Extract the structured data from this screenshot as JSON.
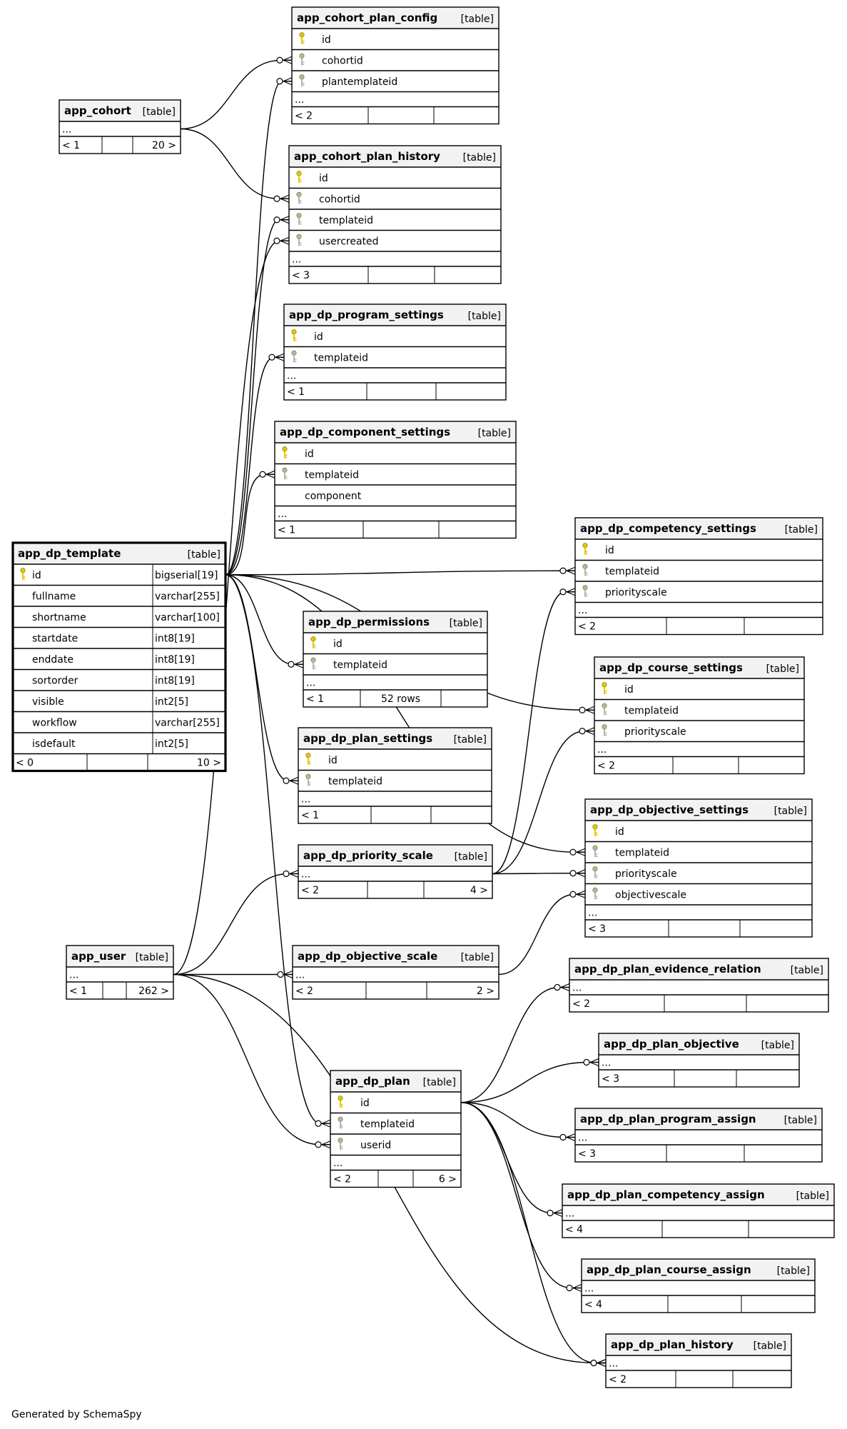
{
  "tag_label": "[table]",
  "footer": "Generated by SchemaSpy",
  "icons": {
    "primary_key": "key-icon-gold",
    "foreign_key": "key-icon-gray"
  },
  "colors": {
    "primary_key": "#e5c800",
    "foreign_key": "#b4b4b4",
    "header_bg": "#f2f2f2"
  },
  "tables": [
    {
      "id": "cohort_plan_config",
      "name": "app_cohort_plan_config",
      "rows": [
        {
          "k": "pk",
          "n": "id"
        },
        {
          "k": "fk",
          "n": "cohortid"
        },
        {
          "k": "fk",
          "n": "plantemplateid"
        },
        {
          "n": "..."
        }
      ],
      "footer": [
        "< 2",
        "",
        ""
      ]
    },
    {
      "id": "cohort",
      "name": "app_cohort",
      "rows": [
        {
          "n": "..."
        }
      ],
      "footer": [
        "< 1",
        "",
        "20 >"
      ]
    },
    {
      "id": "cohort_plan_history",
      "name": "app_cohort_plan_history",
      "rows": [
        {
          "k": "pk",
          "n": "id"
        },
        {
          "k": "fk",
          "n": "cohortid"
        },
        {
          "k": "fk",
          "n": "templateid"
        },
        {
          "k": "fk",
          "n": "usercreated"
        },
        {
          "n": "..."
        }
      ],
      "footer": [
        "< 3",
        "",
        ""
      ]
    },
    {
      "id": "program_settings",
      "name": "app_dp_program_settings",
      "rows": [
        {
          "k": "pk",
          "n": "id"
        },
        {
          "k": "fk",
          "n": "templateid"
        },
        {
          "n": "..."
        }
      ],
      "footer": [
        "< 1",
        "",
        ""
      ]
    },
    {
      "id": "component_settings",
      "name": "app_dp_component_settings",
      "rows": [
        {
          "k": "pk",
          "n": "id"
        },
        {
          "k": "fk",
          "n": "templateid"
        },
        {
          "n": "component"
        },
        {
          "n": "..."
        }
      ],
      "footer": [
        "< 1",
        "",
        ""
      ]
    },
    {
      "id": "competency_settings",
      "name": "app_dp_competency_settings",
      "rows": [
        {
          "k": "pk",
          "n": "id"
        },
        {
          "k": "fk",
          "n": "templateid"
        },
        {
          "k": "fk",
          "n": "priorityscale"
        },
        {
          "n": "..."
        }
      ],
      "footer": [
        "< 2",
        "",
        ""
      ]
    },
    {
      "id": "template",
      "name": "app_dp_template",
      "focus": true,
      "rows": [
        {
          "k": "pk",
          "n": "id",
          "t": "bigserial[19]"
        },
        {
          "n": "fullname",
          "t": "varchar[255]"
        },
        {
          "n": "shortname",
          "t": "varchar[100]"
        },
        {
          "n": "startdate",
          "t": "int8[19]"
        },
        {
          "n": "enddate",
          "t": "int8[19]"
        },
        {
          "n": "sortorder",
          "t": "int8[19]"
        },
        {
          "n": "visible",
          "t": "int2[5]"
        },
        {
          "n": "workflow",
          "t": "varchar[255]"
        },
        {
          "n": "isdefault",
          "t": "int2[5]"
        }
      ],
      "footer": [
        "< 0",
        "",
        "10 >"
      ]
    },
    {
      "id": "permissions",
      "name": "app_dp_permissions",
      "rows": [
        {
          "k": "pk",
          "n": "id"
        },
        {
          "k": "fk",
          "n": "templateid"
        },
        {
          "n": "..."
        }
      ],
      "footer": [
        "< 1",
        "52 rows",
        ""
      ]
    },
    {
      "id": "course_settings",
      "name": "app_dp_course_settings",
      "rows": [
        {
          "k": "pk",
          "n": "id"
        },
        {
          "k": "fk",
          "n": "templateid"
        },
        {
          "k": "fk",
          "n": "priorityscale"
        },
        {
          "n": "..."
        }
      ],
      "footer": [
        "< 2",
        "",
        ""
      ]
    },
    {
      "id": "plan_settings",
      "name": "app_dp_plan_settings",
      "rows": [
        {
          "k": "pk",
          "n": "id"
        },
        {
          "k": "fk",
          "n": "templateid"
        },
        {
          "n": "..."
        }
      ],
      "footer": [
        "< 1",
        "",
        ""
      ]
    },
    {
      "id": "objective_settings",
      "name": "app_dp_objective_settings",
      "rows": [
        {
          "k": "pk",
          "n": "id"
        },
        {
          "k": "fk",
          "n": "templateid"
        },
        {
          "k": "fk",
          "n": "priorityscale"
        },
        {
          "k": "fk",
          "n": "objectivescale"
        },
        {
          "n": "..."
        }
      ],
      "footer": [
        "< 3",
        "",
        ""
      ]
    },
    {
      "id": "priority_scale",
      "name": "app_dp_priority_scale",
      "rows": [
        {
          "n": "..."
        }
      ],
      "footer": [
        "< 2",
        "",
        "4 >"
      ]
    },
    {
      "id": "user",
      "name": "app_user",
      "rows": [
        {
          "n": "..."
        }
      ],
      "footer": [
        "< 1",
        "",
        "262 >"
      ]
    },
    {
      "id": "objective_scale",
      "name": "app_dp_objective_scale",
      "rows": [
        {
          "n": "..."
        }
      ],
      "footer": [
        "< 2",
        "",
        "2 >"
      ]
    },
    {
      "id": "plan_evidence_relation",
      "name": "app_dp_plan_evidence_relation",
      "rows": [
        {
          "n": "..."
        }
      ],
      "footer": [
        "< 2",
        "",
        ""
      ]
    },
    {
      "id": "plan_objective",
      "name": "app_dp_plan_objective",
      "rows": [
        {
          "n": "..."
        }
      ],
      "footer": [
        "< 3",
        "",
        ""
      ]
    },
    {
      "id": "plan",
      "name": "app_dp_plan",
      "rows": [
        {
          "k": "pk",
          "n": "id"
        },
        {
          "k": "fk",
          "n": "templateid"
        },
        {
          "k": "fk",
          "n": "userid"
        },
        {
          "n": "..."
        }
      ],
      "footer": [
        "< 2",
        "",
        "6 >"
      ]
    },
    {
      "id": "plan_program_assign",
      "name": "app_dp_plan_program_assign",
      "rows": [
        {
          "n": "..."
        }
      ],
      "footer": [
        "< 3",
        "",
        ""
      ]
    },
    {
      "id": "plan_competency_assign",
      "name": "app_dp_plan_competency_assign",
      "rows": [
        {
          "n": "..."
        }
      ],
      "footer": [
        "< 4",
        "",
        ""
      ]
    },
    {
      "id": "plan_course_assign",
      "name": "app_dp_plan_course_assign",
      "rows": [
        {
          "n": "..."
        }
      ],
      "footer": [
        "< 4",
        "",
        ""
      ]
    },
    {
      "id": "plan_history",
      "name": "app_dp_plan_history",
      "rows": [
        {
          "n": "..."
        }
      ],
      "footer": [
        "< 2",
        "",
        ""
      ]
    }
  ],
  "relationships": [
    {
      "from": "cohort",
      "to": "cohort_plan_config",
      "fk": "cohortid"
    },
    {
      "from": "cohort",
      "to": "cohort_plan_history",
      "fk": "cohortid"
    },
    {
      "from": "template",
      "to": "cohort_plan_config",
      "fk": "plantemplateid"
    },
    {
      "from": "template",
      "to": "cohort_plan_history",
      "fk": "templateid"
    },
    {
      "from": "user",
      "to": "cohort_plan_history",
      "fk": "usercreated"
    },
    {
      "from": "template",
      "to": "program_settings",
      "fk": "templateid"
    },
    {
      "from": "template",
      "to": "component_settings",
      "fk": "templateid"
    },
    {
      "from": "template",
      "to": "competency_settings",
      "fk": "templateid"
    },
    {
      "from": "template",
      "to": "permissions",
      "fk": "templateid"
    },
    {
      "from": "template",
      "to": "course_settings",
      "fk": "templateid"
    },
    {
      "from": "template",
      "to": "plan_settings",
      "fk": "templateid"
    },
    {
      "from": "template",
      "to": "objective_settings",
      "fk": "templateid"
    },
    {
      "from": "template",
      "to": "plan",
      "fk": "templateid"
    },
    {
      "from": "priority_scale",
      "to": "competency_settings",
      "fk": "priorityscale"
    },
    {
      "from": "priority_scale",
      "to": "course_settings",
      "fk": "priorityscale"
    },
    {
      "from": "priority_scale",
      "to": "objective_settings",
      "fk": "priorityscale"
    },
    {
      "from": "objective_scale",
      "to": "objective_settings",
      "fk": "objectivescale"
    },
    {
      "from": "user",
      "to": "priority_scale"
    },
    {
      "from": "user",
      "to": "objective_scale"
    },
    {
      "from": "user",
      "to": "plan",
      "fk": "userid"
    },
    {
      "from": "user",
      "to": "plan_history"
    },
    {
      "from": "plan",
      "to": "plan_evidence_relation"
    },
    {
      "from": "plan",
      "to": "plan_objective"
    },
    {
      "from": "plan",
      "to": "plan_program_assign"
    },
    {
      "from": "plan",
      "to": "plan_competency_assign"
    },
    {
      "from": "plan",
      "to": "plan_course_assign"
    },
    {
      "from": "plan",
      "to": "plan_history"
    }
  ]
}
